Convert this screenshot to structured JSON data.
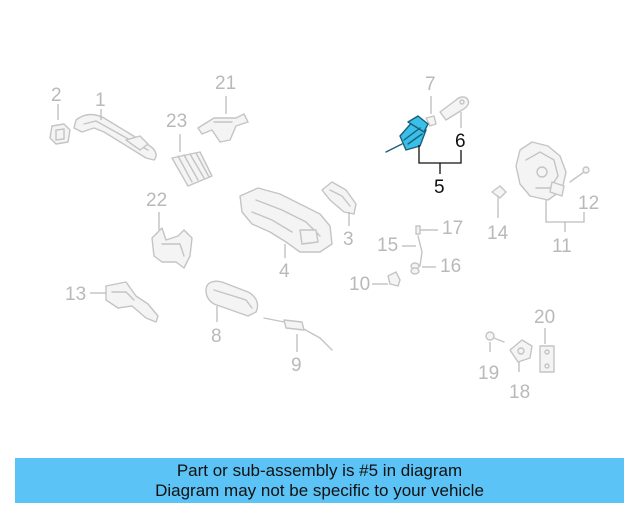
{
  "labels": {
    "n1": "1",
    "n2": "2",
    "n3": "3",
    "n4": "4",
    "n5": "5",
    "n6": "6",
    "n7": "7",
    "n8": "8",
    "n9": "9",
    "n10": "10",
    "n11": "11",
    "n12": "12",
    "n13": "13",
    "n14": "14",
    "n15": "15",
    "n16": "16",
    "n17": "17",
    "n18": "18",
    "n19": "19",
    "n20": "20",
    "n21": "21",
    "n22": "22",
    "n23": "23"
  },
  "highlighted_part": "5",
  "colors": {
    "highlight": "#39bfe8",
    "banner": "#5bc3f5",
    "inactive_label": "#b9b9b9"
  },
  "banner": {
    "line1": "Part or sub-assembly is #5 in diagram",
    "line2": "Diagram may not be specific to your vehicle"
  }
}
